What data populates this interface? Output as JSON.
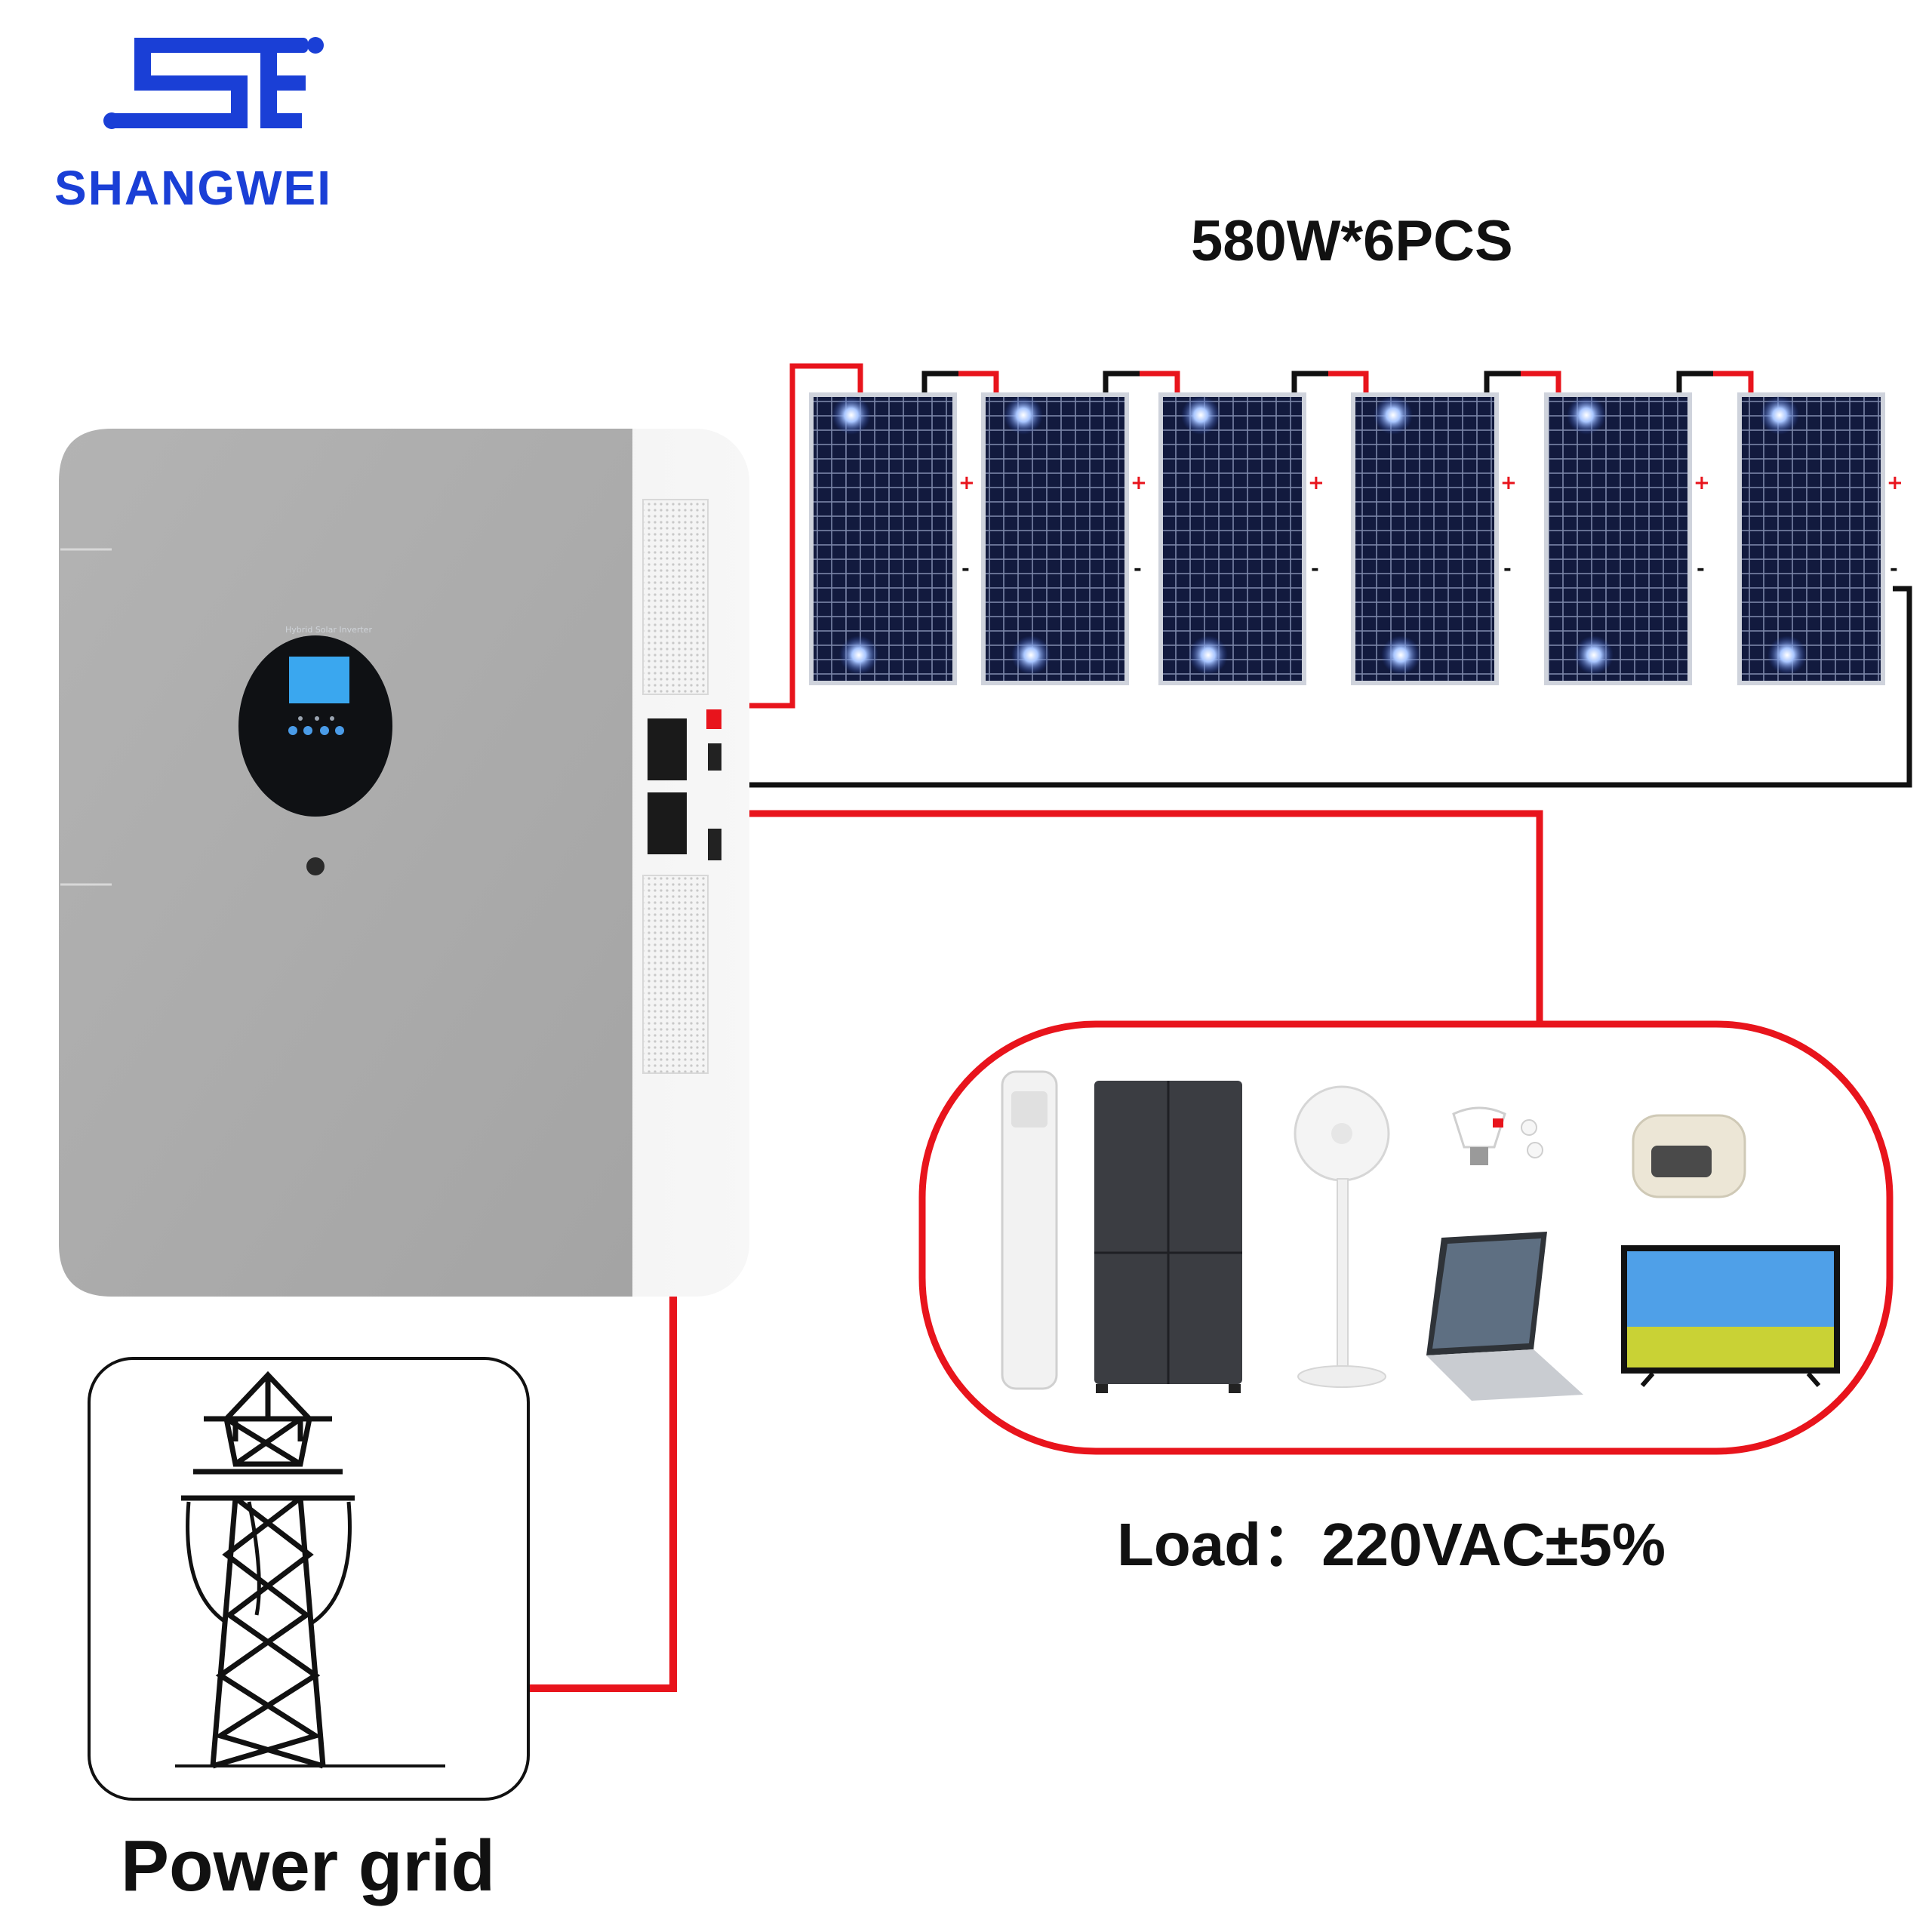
{
  "brand": {
    "name": "SHANGWEI"
  },
  "inverter": {
    "display_title": "Hybrid Solar Inverter"
  },
  "solar_array": {
    "title": "580W*6PCS",
    "panel_count": 6,
    "plus_sign": "+",
    "minus_sign": "-"
  },
  "loads": {
    "label": "Load：220VAC±5%",
    "appliances": [
      "air-conditioner",
      "refrigerator",
      "fan",
      "bulbs",
      "rice-cooker",
      "laptop",
      "tv"
    ]
  },
  "grid": {
    "label": "Power grid"
  },
  "colors": {
    "wire_red": "#e8141c",
    "wire_black": "#111111",
    "brand_blue": "#1a3fd6",
    "inverter_body": "#a9a9a9",
    "panel_cell": "#121a3e"
  }
}
